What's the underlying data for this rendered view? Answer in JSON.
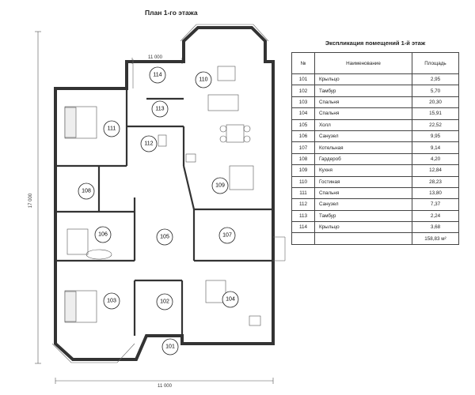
{
  "plan": {
    "title": "План 1-го этажа",
    "dimensions": {
      "top": "11 000",
      "bottom": "11 000",
      "left": "17 000"
    },
    "rooms": [
      {
        "id": "101"
      },
      {
        "id": "102"
      },
      {
        "id": "103"
      },
      {
        "id": "104"
      },
      {
        "id": "105"
      },
      {
        "id": "106"
      },
      {
        "id": "107"
      },
      {
        "id": "108"
      },
      {
        "id": "109"
      },
      {
        "id": "110"
      },
      {
        "id": "111"
      },
      {
        "id": "112"
      },
      {
        "id": "113"
      },
      {
        "id": "114"
      }
    ]
  },
  "explication": {
    "title": "Экспликация помещений 1-й этаж",
    "headers": {
      "num": "№",
      "name": "Наименование",
      "area": "Площадь"
    },
    "rows": [
      {
        "num": "101",
        "name": "Крыльцо",
        "area": "2,95"
      },
      {
        "num": "102",
        "name": "Тамбур",
        "area": "5,70"
      },
      {
        "num": "103",
        "name": "Спальня",
        "area": "20,30"
      },
      {
        "num": "104",
        "name": "Спальня",
        "area": "15,91"
      },
      {
        "num": "105",
        "name": "Холл",
        "area": "22,52"
      },
      {
        "num": "106",
        "name": "Санузел",
        "area": "9,95"
      },
      {
        "num": "107",
        "name": "Котельная",
        "area": "9,14"
      },
      {
        "num": "108",
        "name": "Гардероб",
        "area": "4,20"
      },
      {
        "num": "109",
        "name": "Кухня",
        "area": "12,84"
      },
      {
        "num": "110",
        "name": "Гостиная",
        "area": "28,23"
      },
      {
        "num": "111",
        "name": "Спальня",
        "area": "13,80"
      },
      {
        "num": "112",
        "name": "Санузел",
        "area": "7,37"
      },
      {
        "num": "113",
        "name": "Тамбур",
        "area": "2,24"
      },
      {
        "num": "114",
        "name": "Крыльцо",
        "area": "3,68"
      }
    ],
    "total": "158,83 м²"
  }
}
